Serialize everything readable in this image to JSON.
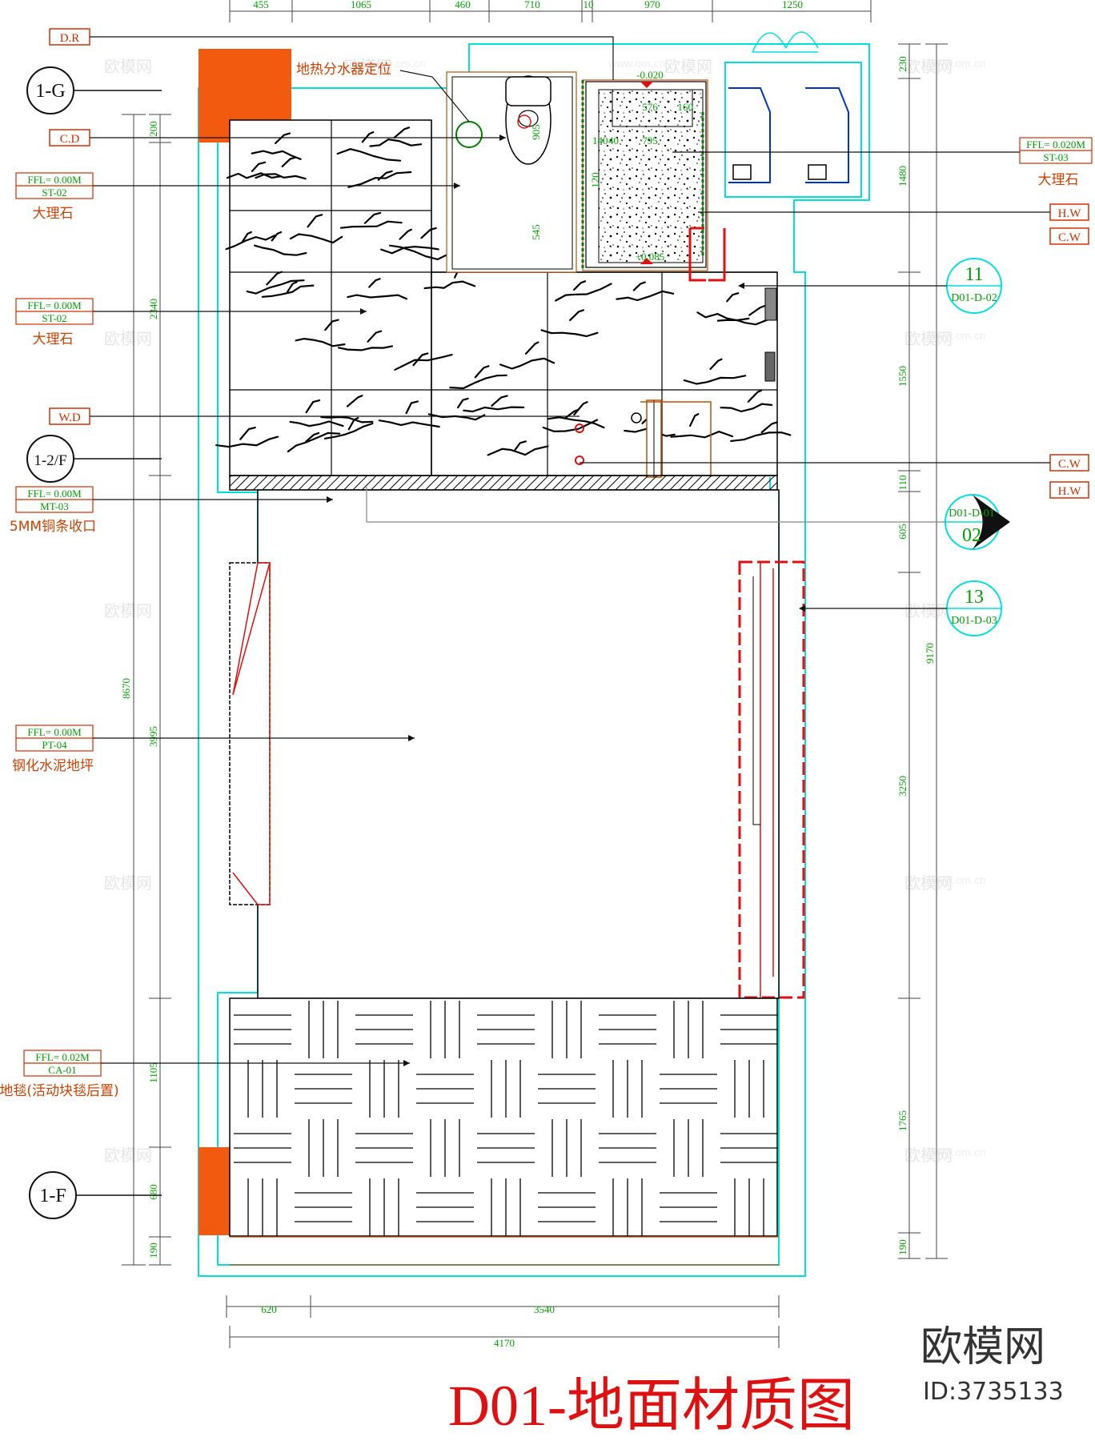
{
  "title": "D01-地面材质图",
  "brand": {
    "name": "欧模网",
    "id": "ID:3735133"
  },
  "watermark": {
    "text": "欧模网",
    "url": "www.om.cn"
  },
  "top_dims": [
    "455",
    "1065",
    "460",
    "710",
    "10",
    "970",
    "1250"
  ],
  "bottom_dims": {
    "left": "620",
    "mid": "3540",
    "total": "4170"
  },
  "left_dims_outer": {
    "total": "8670"
  },
  "left_dims_inner": [
    "200",
    "2340",
    "3995",
    "1105",
    "680",
    "190"
  ],
  "right_dims_inner": [
    "230",
    "1480",
    "1550",
    "110",
    "605",
    "3250",
    "1765",
    "190"
  ],
  "right_dims_outer": {
    "total": "9170"
  },
  "axes": [
    "1-G",
    "1-2/F",
    "1-F"
  ],
  "left_tags": [
    {
      "code": "D.R"
    },
    {
      "code": "C.D"
    },
    {
      "code": "W.D"
    }
  ],
  "material_labels": [
    {
      "ffl": "FFL= 0.00M",
      "code": "ST-02",
      "name": "大理石"
    },
    {
      "ffl": "FFL= 0.00M",
      "code": "ST-02",
      "name": "大理石"
    },
    {
      "ffl": "FFL= 0.00M",
      "code": "MT-03",
      "name": "5MM铜条收口"
    },
    {
      "ffl": "FFL= 0.00M",
      "code": "PT-04",
      "name": "钢化水泥地坪"
    },
    {
      "ffl": "FFL= 0.02M",
      "code": "CA-01",
      "name": "地毯(活动块毯后置)"
    }
  ],
  "right_material": {
    "ffl": "FFL= 0.020M",
    "code": "ST-03",
    "name": "大理石"
  },
  "right_tags": [
    {
      "code": "H.W"
    },
    {
      "code": "C.W"
    },
    {
      "code": "C.W"
    },
    {
      "code": "H.W"
    }
  ],
  "annotation_heating": "地热分水器定位",
  "bubbles": [
    {
      "num": "11",
      "ref": "D01-D-02"
    },
    {
      "num": "02",
      "ref": "D01-D-01"
    },
    {
      "num": "13",
      "ref": "D01-D-03"
    }
  ],
  "plan_dims": [
    "576",
    "795",
    "905",
    "545",
    "-0.020",
    "+0.085",
    "140",
    "40",
    "160",
    "120"
  ],
  "colors": {
    "wall_outline": "#00e0e0",
    "inner_line": "#c05000",
    "column": "#f25a10",
    "dim_text": "#00a800",
    "label": "#d03000",
    "title": "#e01010"
  }
}
